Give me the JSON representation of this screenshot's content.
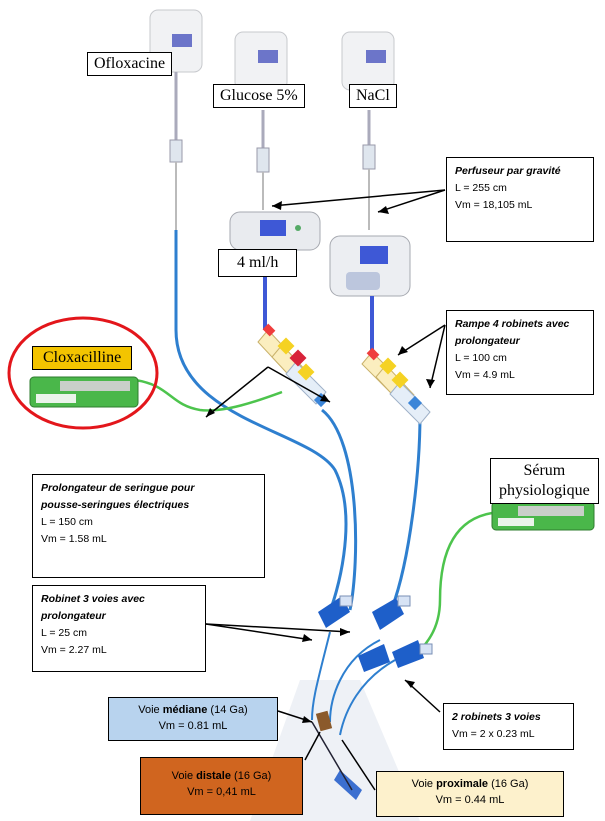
{
  "bags": {
    "oflox": "Ofloxacine",
    "glucose": "Glucose 5%",
    "nacl": "NaCl"
  },
  "pump_rate": "4 ml/h",
  "cloxacilline": "Cloxacilline",
  "serum": {
    "line1": "Sérum",
    "line2": "physiologique"
  },
  "boxes": {
    "perfuseur": {
      "title": "Perfuseur par gravité",
      "l": "L = 255 cm",
      "vm": "Vm = 18,105 mL"
    },
    "rampe": {
      "title1": "Rampe 4 robinets avec",
      "title2": "prolongateur",
      "l": "L = 100 cm",
      "vm": "Vm = 4.9 mL"
    },
    "prolongateur": {
      "title1": "Prolongateur de seringue pour",
      "title2": "pousse-seringues électriques",
      "l": "L = 150 cm",
      "vm": "Vm = 1.58 mL"
    },
    "robinet3": {
      "title1": "Robinet 3 voies avec",
      "title2": "prolongateur",
      "l": "L = 25 cm",
      "vm": "Vm = 2.27 mL"
    },
    "robinets2": {
      "title": "2 robinets 3 voies",
      "vm": "Vm = 2 x 0.23 mL"
    }
  },
  "voies": {
    "mediane": {
      "pre": "Voie ",
      "bold": "médiane",
      "post": " (14 Ga)",
      "vm": "Vm = 0.81 mL"
    },
    "distale": {
      "pre": "Voie ",
      "bold": "distale",
      "post": " (16 Ga)",
      "vm": "Vm = 0,41 mL"
    },
    "proximale": {
      "pre": "Voie ",
      "bold": "proximale",
      "post": " (16 Ga)",
      "vm": "Vm = 0.44 mL"
    }
  },
  "colors": {
    "mediane_bg": "#b8d3ee",
    "distale_bg": "#d0651f",
    "proximale_bg": "#fdf1cc",
    "cloxa_bg": "#f3c400",
    "tube_blue": "#2e7fcf",
    "tube_green": "#4dc44d",
    "ring_red": "#e3161b"
  }
}
